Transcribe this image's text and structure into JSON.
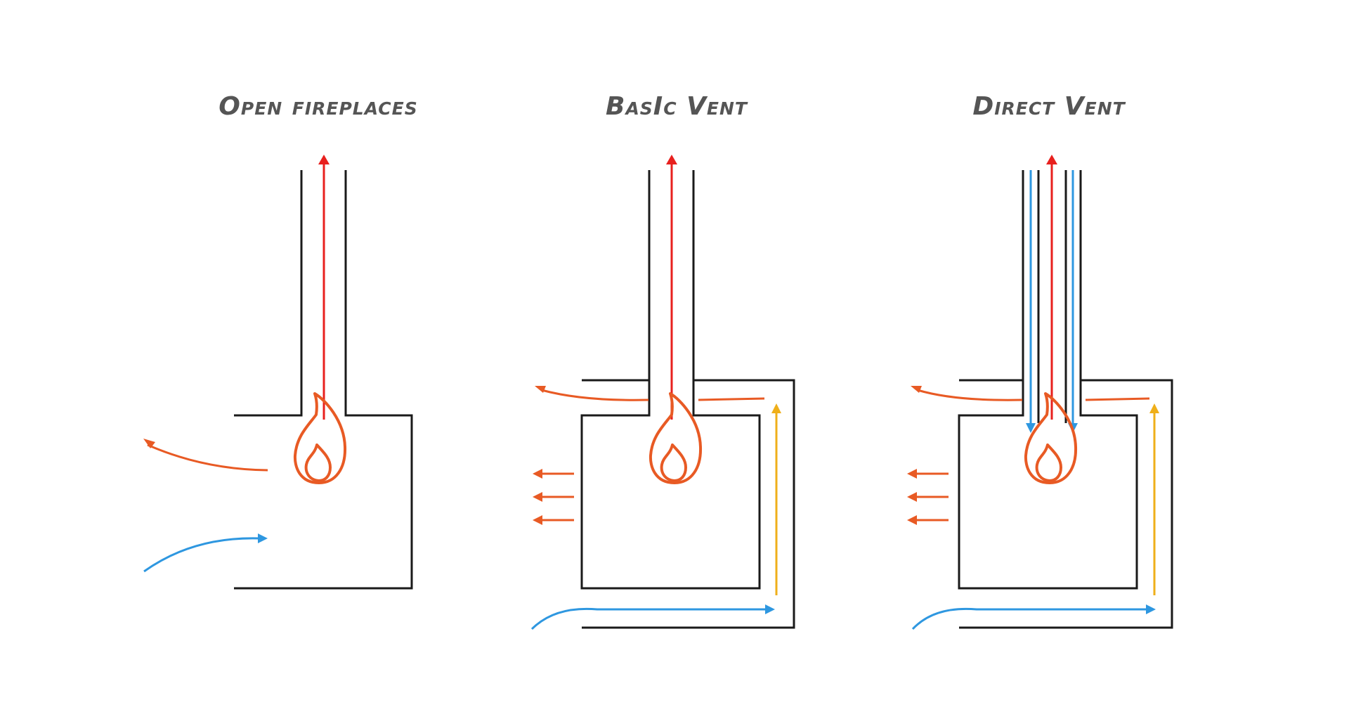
{
  "titles": {
    "open": "Open fireplaces",
    "basic": "BasIc Vent",
    "direct": "Direct Vent"
  },
  "colors": {
    "wall": "#1a1a1a",
    "exhaust": "#e8201e",
    "warm_air": "#e85a24",
    "flame": "#e85a24",
    "cool_air": "#2e97e0",
    "heated_air": "#efaf1a",
    "title": "#555555"
  }
}
